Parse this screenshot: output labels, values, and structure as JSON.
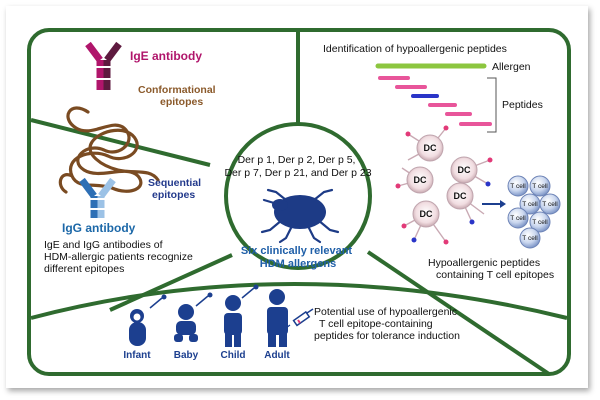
{
  "ige": {
    "label": "IgE antibody",
    "conformational": [
      "Conformational",
      "epitopes"
    ],
    "sequential": [
      "Sequential",
      "epitopes"
    ],
    "color_label": "#b0156b",
    "color_conf": "#8b5a2b",
    "color_seq": "#233a8c"
  },
  "igg": {
    "label": "IgG antibody",
    "desc": [
      "IgE and IgG antibodies of",
      "HDM-allergic patients recognize",
      "different epitopes"
    ],
    "color": "#1c68a8"
  },
  "hypo": {
    "title": "Identification of hypoallergenic peptides",
    "allergen_label": "Allergen",
    "peptides_label": "Peptides",
    "allergen_color": "#8cc63f",
    "peptide_color": "#e8559a",
    "epitope_peptide_color": "#2a35c8"
  },
  "center": {
    "allergens": [
      "Der p 1, Der p 2, Der p 5,",
      "Der p 7, Der p 21, and Der p 23"
    ],
    "caption": [
      "Six clinically relevant",
      "HDM allergens"
    ],
    "caption_color": "#1f5fa8"
  },
  "dc": {
    "label": "DC",
    "tcell_label": "T cell",
    "caption": [
      "Hypoallergenic peptides",
      "containing T cell epitopes"
    ]
  },
  "bottom": {
    "people": [
      "Infant",
      "Baby",
      "Child",
      "Adult"
    ],
    "people_color": "#1c3f8f",
    "desc": [
      "Potential use of hypoallergenic",
      "T cell epitope-containing",
      "peptides for tolerance induction"
    ]
  },
  "frame_color": "#2f6b2f"
}
